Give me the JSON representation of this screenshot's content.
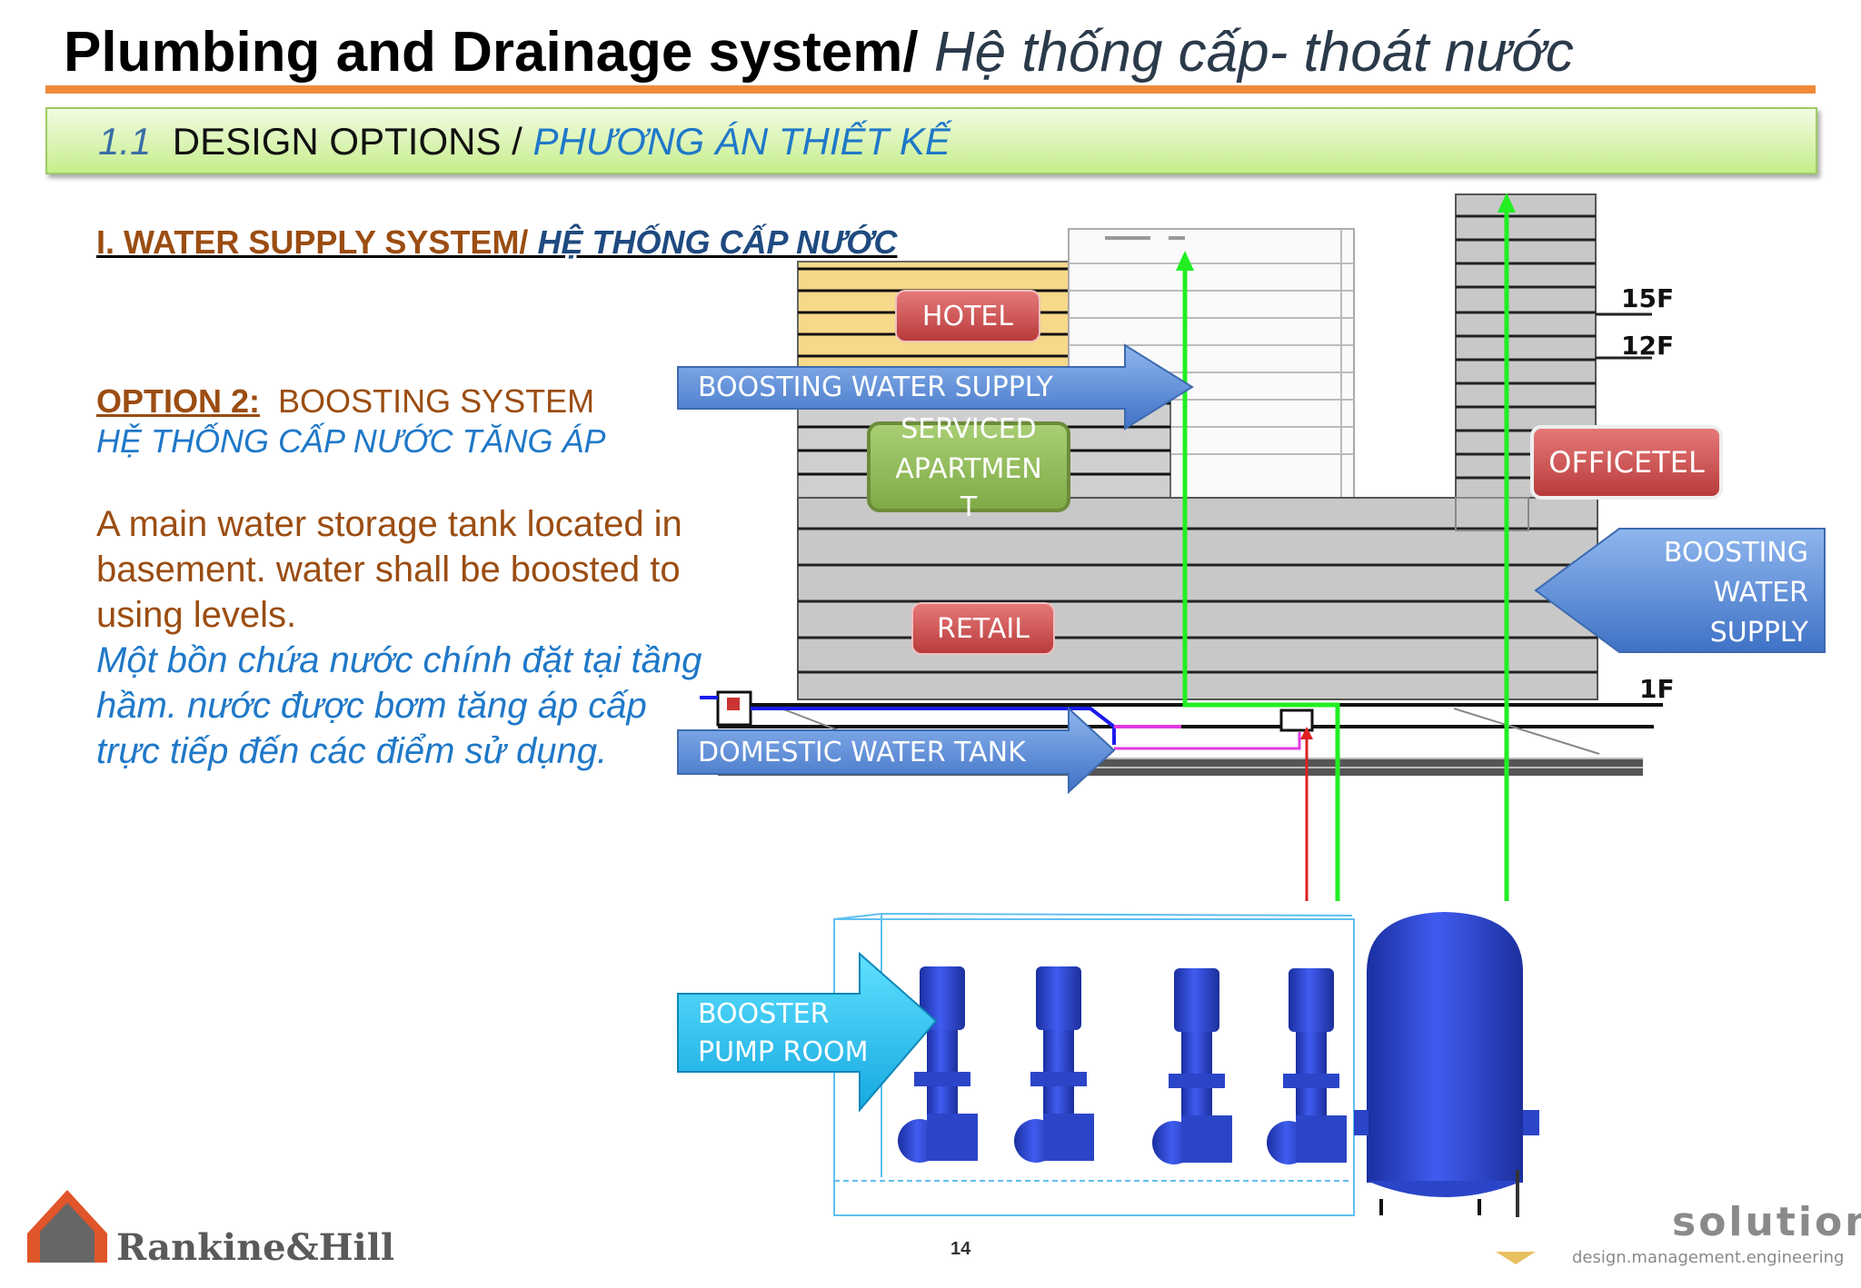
{
  "header": {
    "title_en": "Plumbing and Drainage system/",
    "title_vn": "Hệ thống cấp- thoát nước"
  },
  "section": {
    "number": "1.1",
    "title_en": "DESIGN OPTIONS /",
    "title_vn": "PHƯƠNG ÁN THIẾT KẾ"
  },
  "left": {
    "heading_en": "I. WATER SUPPLY SYSTEM/",
    "heading_vn": "HỆ THỐNG CẤP NƯỚC",
    "option_label": "OPTION 2:",
    "option_en": "BOOSTING SYSTEM",
    "option_vn": "HỆ THỐNG CẤP NƯỚC TĂNG ÁP",
    "desc_en": "A main water storage tank located in basement. water shall be boosted to using levels.",
    "desc_vn": "Một bồn chứa nước chính đặt tại tầng hầm. nước được bơm tăng áp cấp trực tiếp đến các điểm sử dụng."
  },
  "diagram": {
    "hotel": "HOTEL",
    "serviced_l1": "SERVICED",
    "serviced_l2": "APARTMEN",
    "serviced_l3": "T",
    "retail": "RETAIL",
    "officetel": "OFFICETEL",
    "boosting_left": "BOOSTING WATER SUPPLY",
    "boosting_right_l1": "BOOSTING",
    "boosting_right_l2": "WATER",
    "boosting_right_l3": "SUPPLY",
    "tank": "DOMESTIC WATER TANK",
    "pump_l1": "BOOSTER",
    "pump_l2": "PUMP ROOM",
    "floor_15": "15F",
    "floor_12": "12F",
    "floor_1": "1F"
  },
  "footer": {
    "logo": "Rankine&Hill",
    "solution": "solution",
    "solution_sub": "design.management.engineering",
    "page": "14"
  },
  "colors": {
    "accent_orange": "#f08a3a",
    "green_pipe": "#22ee22",
    "blue_arrow": "#5b8fd6",
    "red_label": "#c94a4a"
  }
}
